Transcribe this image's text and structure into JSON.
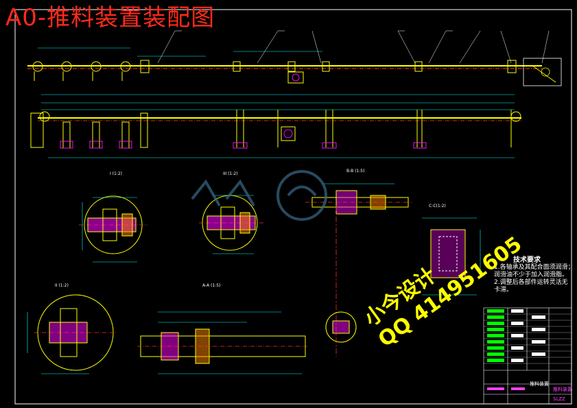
{
  "title": "A0-推料装置装配图",
  "watermark_text": "小今设计",
  "watermark_qq": "QQ 414951605",
  "tech_requirements": {
    "heading": "技术要求",
    "items": [
      "1.各轴承及其配合面须润滑；",
      "  润滑油不少于加入润滑脂。",
      "2.调整后各部件运转灵活无",
      "  卡滞。"
    ]
  },
  "views": {
    "section_aa": "A-A (1:5)",
    "section_bb": "B-B (1:5)",
    "section_cc": "C-C(1:2)",
    "detail_i": "I (1:2)",
    "detail_ii": "II (1:2)",
    "detail_iii": "III (1:2)"
  },
  "title_block": {
    "name": "推料装置",
    "drawn": "推料装置",
    "code": "SLZZ"
  },
  "colors": {
    "background": "#000000",
    "part": "#ffff00",
    "dimension": "#00ffff",
    "centerline": "#ff3030",
    "outline": "#ffffff",
    "section_fill": "#ff00ff",
    "hatch": "#ff8800"
  }
}
